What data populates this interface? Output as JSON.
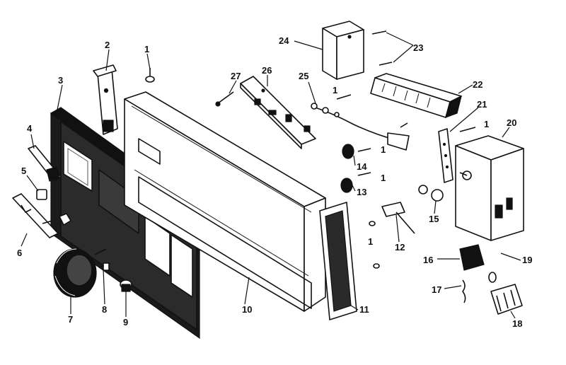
{
  "diagram": {
    "callouts": [
      "1",
      "2",
      "3",
      "4",
      "5",
      "6",
      "7",
      "8",
      "9",
      "10",
      "11",
      "12",
      "13",
      "14",
      "15",
      "16",
      "17",
      "18",
      "19",
      "20",
      "21",
      "22",
      "23",
      "24",
      "25",
      "26",
      "27"
    ],
    "colors": {
      "ink": "#111111",
      "paper": "#ffffff"
    }
  }
}
